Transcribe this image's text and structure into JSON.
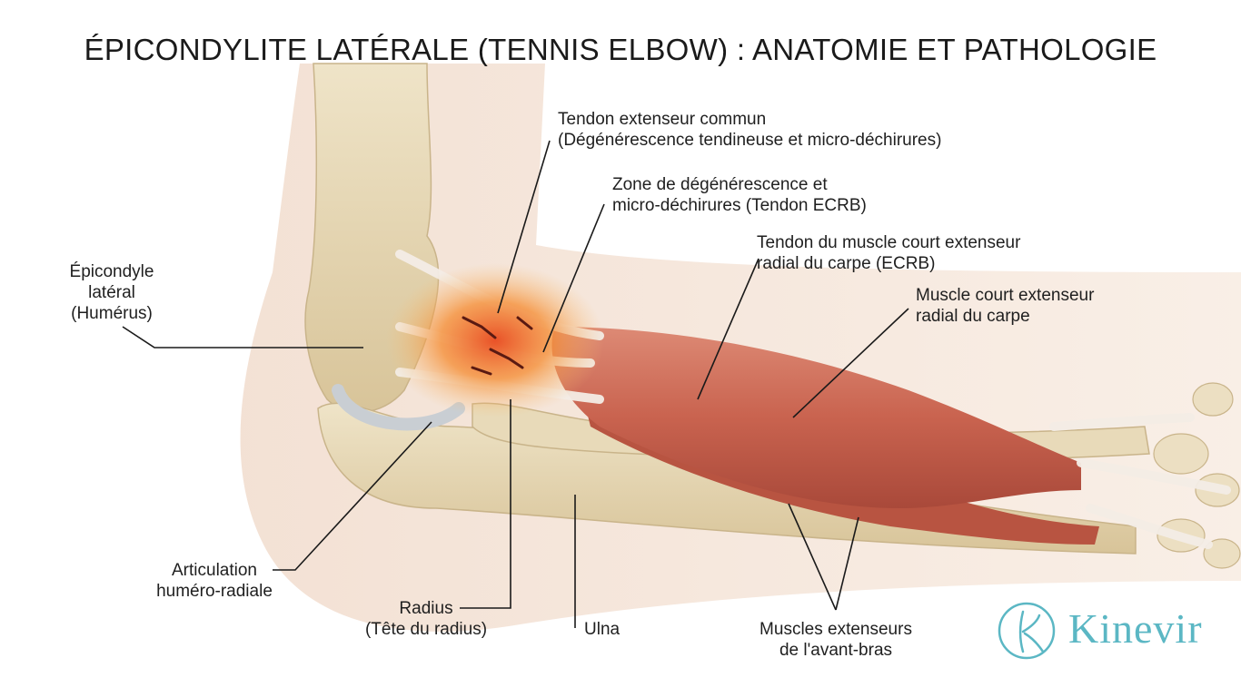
{
  "title": "ÉPICONDYLITE LATÉRALE (TENNIS ELBOW) : ANATOMIE ET PATHOLOGIE",
  "labels": {
    "epicondyle": [
      "Épicondyle",
      "latéral",
      "(Humérus)"
    ],
    "common_tendon": [
      "Tendon extenseur commun",
      "(Dégénérescence tendineuse et micro-déchirures)"
    ],
    "degeneration_zone": [
      "Zone de dégénérescence et",
      "micro-déchirures (Tendon ECRB)"
    ],
    "ecrb_tendon": [
      "Tendon du muscle court extenseur",
      "radial du carpe (ECRB)"
    ],
    "ecrb_muscle": [
      "Muscle court extenseur",
      "radial du carpe"
    ],
    "joint": [
      "Articulation",
      "huméro-radiale"
    ],
    "radius": [
      "Radius",
      "(Tête du radius)"
    ],
    "ulna": [
      "Ulna"
    ],
    "extensors": [
      "Muscles extenseurs",
      "de l'avant-bras"
    ]
  },
  "logo": {
    "word": "Kinevir",
    "letter": "K"
  },
  "colors": {
    "skin": "#f3e3d6",
    "bone": "#e6d6b4",
    "muscle": "#c9634f",
    "tendon": "#f2ebe4",
    "inflammation": "#ef6a2a",
    "logo": "#5bb7c4"
  }
}
